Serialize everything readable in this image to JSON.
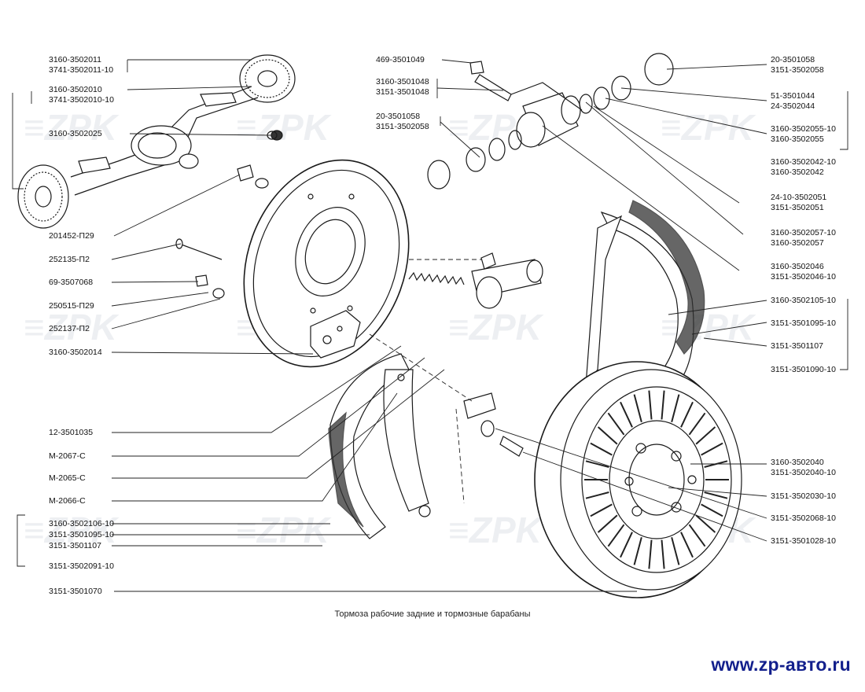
{
  "caption": "Тормоза рабочие задние и тормозные барабаны",
  "website": "www.zp-aвто.ru",
  "watermark": "ZPK",
  "labels_left": [
    [
      "3160-3502011",
      "3741-3502011-10"
    ],
    [
      "3160-3502010",
      "3741-3502010-10"
    ],
    [
      "3160-3502025"
    ],
    [
      "201452-П29"
    ],
    [
      "252135-П2"
    ],
    [
      "69-3507068"
    ],
    [
      "250515-П29"
    ],
    [
      "252137-П2"
    ],
    [
      "3160-3502014"
    ],
    [
      "12-3501035"
    ],
    [
      "М-2067-С"
    ],
    [
      "М-2065-С"
    ],
    [
      "М-2066-С"
    ],
    [
      "3160-3502106-10"
    ],
    [
      "3151-3501095-10"
    ],
    [
      "3151-3501107"
    ],
    [
      "3151-3502091-10"
    ],
    [
      "3151-3501070"
    ]
  ],
  "labels_center": [
    [
      "469-3501049"
    ],
    [
      "3160-3501048",
      "3151-3501048"
    ],
    [
      "20-3501058",
      "3151-3502058"
    ]
  ],
  "labels_right": [
    [
      "20-3501058",
      "3151-3502058"
    ],
    [
      "51-3501044",
      "24-3502044"
    ],
    [
      "3160-3502055-10",
      "3160-3502055"
    ],
    [
      "3160-3502042-10",
      "3160-3502042"
    ],
    [
      "24-10-3502051",
      "3151-3502051"
    ],
    [
      "3160-3502057-10",
      "3160-3502057"
    ],
    [
      "3160-3502046",
      "3151-3502046-10"
    ],
    [
      "3160-3502105-10"
    ],
    [
      "3151-3501095-10"
    ],
    [
      "3151-3501107"
    ],
    [
      "3151-3501090-10"
    ],
    [
      "3160-3502040",
      "3151-3502040-10"
    ],
    [
      "3151-3502030-10"
    ],
    [
      "3151-3502068-10"
    ],
    [
      "3151-3501028-10"
    ]
  ]
}
